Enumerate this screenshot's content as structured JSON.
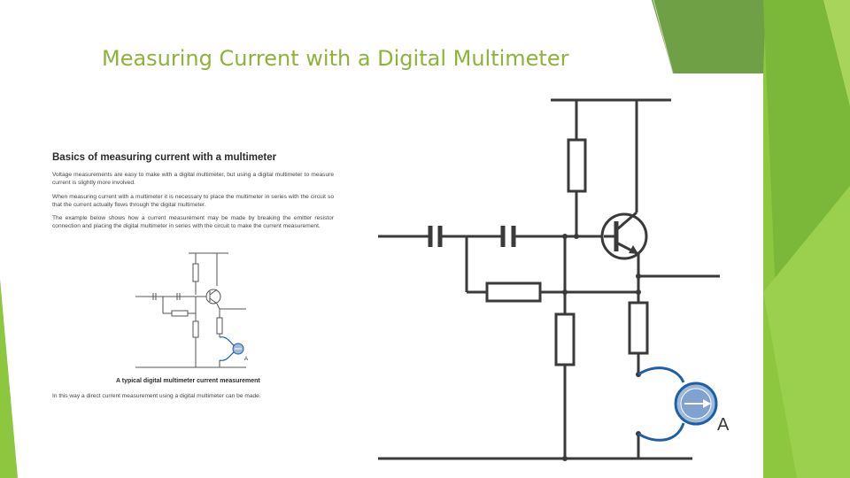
{
  "slide": {
    "title": "Measuring Current with a Digital Multimeter"
  },
  "document": {
    "heading": "Basics of measuring current with a multimeter",
    "paragraphs": [
      "Voltage measurements are easy to make with a digital multimeter, but using a digital multimeter to measure current is slightly more involved.",
      "When measuring current with a multimeter it is necessary to place the multimeter in series with the circuit so that the current actually flows through the digital multimeter.",
      "The example below shows how a current measurement may be made by breaking the emitter resistor connection and placing the digital multimeter in series with the circuit to make the current measurement."
    ],
    "caption": "A typical digital multimeter current measurement",
    "closing": "In this way a direct current measurement using a digital multimeter can be made."
  },
  "diagram": {
    "meter_label": "A"
  },
  "colors": {
    "title": "#8DB33A",
    "accent_green": "#8DC63F",
    "dark_green": "#5E9A2E",
    "wire": "#3a3a3a",
    "probe": "#1F5FA8"
  }
}
